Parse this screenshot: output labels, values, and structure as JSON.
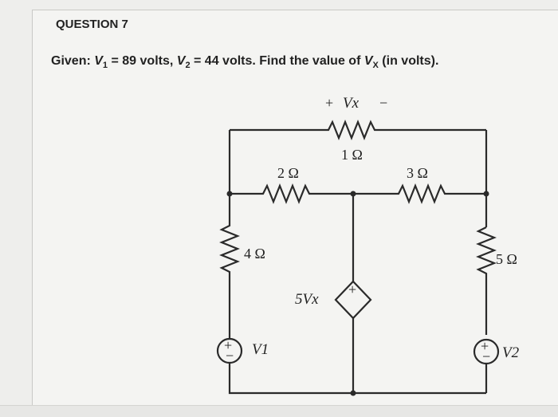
{
  "question": {
    "title": "QUESTION 7",
    "given_prefix": "Given:",
    "v1_symbol": "V",
    "v1_sub": "1",
    "v1_value": " = 89 volts, ",
    "v2_symbol": "V",
    "v2_sub": "2",
    "v2_value": " = 44 volts. Find the value of ",
    "vx_symbol": "V",
    "vx_sub": "X",
    "suffix": " (in volts)."
  },
  "circuit": {
    "vx_plus": "+",
    "vx_label": "Vx",
    "vx_minus": "−",
    "r1_label": "1 Ω",
    "r2_label": "2 Ω",
    "r3_label": "3 Ω",
    "r4_label": "4 Ω",
    "r5_label": "5 Ω",
    "dep_source_label": "5Vx",
    "v1_label": "V1",
    "v2_label": "V2",
    "plus_sign": "+",
    "minus_sign": "−",
    "wire_color": "#2a2a2a"
  }
}
